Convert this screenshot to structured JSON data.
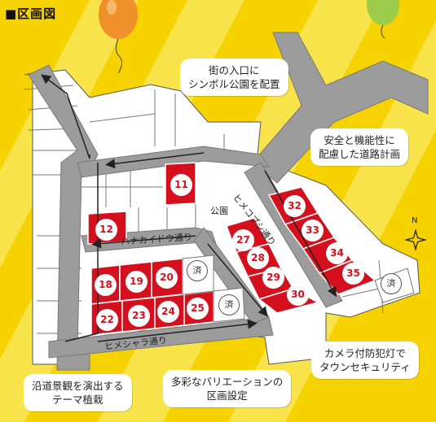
{
  "title": "■区画図",
  "colors": {
    "background": "#f6d200",
    "road": "#9c9c9c",
    "lot_sold": "#d4101e",
    "lot_plain": "#ffffff",
    "stripe": "#f9e34a"
  },
  "callouts": {
    "entrance": [
      "街の入口に",
      "シンボル公園を配置"
    ],
    "safety": [
      "安全と機能性に",
      "配慮した道路計画"
    ],
    "camera": [
      "カメラ付防犯灯で",
      "タウンセキュリティ"
    ],
    "variation": [
      "多彩なバリエーションの",
      "区画設定"
    ],
    "landscape": [
      "沿道景観を演出する",
      "テーマ植栽"
    ]
  },
  "road_labels": {
    "hanakaido": "ハナカイドウ通り",
    "himeshara": "ヒメシャラ通り",
    "himekobushi": "ヒメコブシ通り"
  },
  "park_label": "公園",
  "sold_mark": "済",
  "compass": {
    "north": "N"
  },
  "lots": [
    "11",
    "12",
    "18",
    "19",
    "20",
    "22",
    "23",
    "24",
    "25",
    "27",
    "28",
    "29",
    "30",
    "32",
    "33",
    "34",
    "35"
  ],
  "decor": {
    "balloons": [
      "orange-balloon",
      "green-balloon"
    ]
  }
}
